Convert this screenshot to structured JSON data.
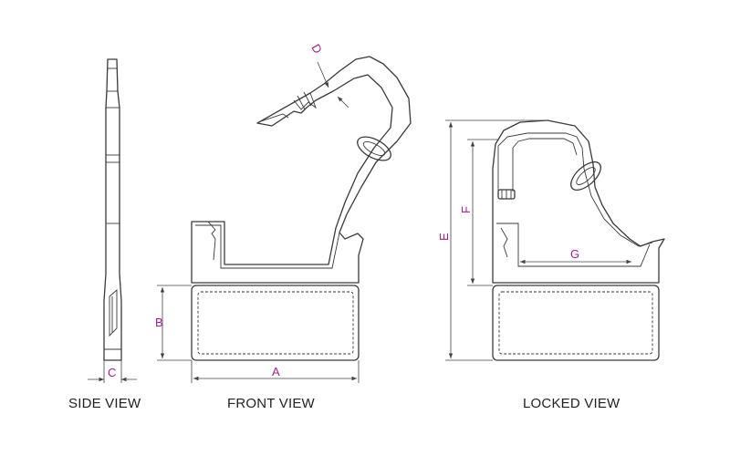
{
  "views": {
    "side": "SIDE VIEW",
    "front": "FRONT VIEW",
    "locked": "LOCKED VIEW"
  },
  "dimensions": {
    "A": "A",
    "B": "B",
    "C": "C",
    "D": "D",
    "E": "E",
    "F": "F",
    "G": "G"
  },
  "colors": {
    "line": "#3a3a3a",
    "dimension_label": "#a0208c"
  }
}
